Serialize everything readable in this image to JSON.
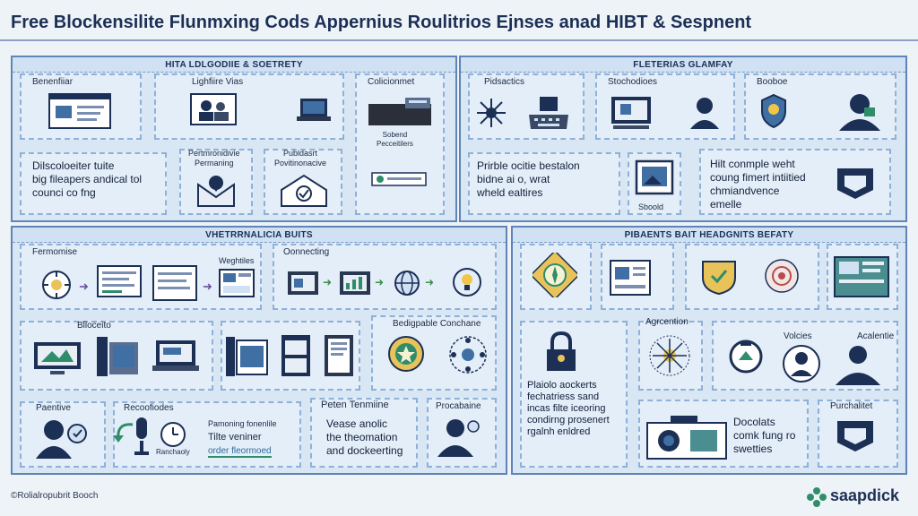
{
  "title": "Free Blockensilite Flunmxing Cods Appernius Roulitrios Ejnses anad HIBT & Sespnent",
  "sections": {
    "top_left": "HITA LDLGODIIE & SOETRETY",
    "top_right": "FLETERIAS GLAMFAY",
    "bottom_left": "VHETRRNALICIA BUITS",
    "bottom_right": "PIBAENTS BAIT HEADGNITS BEFATY"
  },
  "cards": {
    "beneficier": "Benenfiiar",
    "lightlyse": "Lighfiire Vias",
    "collection": "Colicionmet",
    "collection_sub": "Sobend\nPecceitilers",
    "big_text_a": "Dilscoloeiter tuite\nbig fileapers andical tol\ncounci co fng",
    "permanently": "Pertmronidivie\nPermaning",
    "puldasrt": "Publdasrt\nPovitinonacive",
    "pidsactics": "Pidsactics",
    "stochemes": "Stochodioes",
    "booboe": "Booboe",
    "big_text_b": "Prirble ocitie bestalon\nbidne ai o, wrat\nwheld ealtires",
    "sloot": "Sboold",
    "big_text_c": "Hilt conmple weht\ncoung fimert intiitied\nchmiandvence\nemelle",
    "fermomise": "Fermomise",
    "weghtiles": "Weghtiles",
    "oonnecting": "Oonnecting",
    "biloceito": "Blloceito",
    "bedgable": "Bedigpable Conchane",
    "paentive": "Paentive",
    "recofiodes": "Recoofiodes",
    "pamoning": "Pamoning fonenlile",
    "tilte": "Tilte veniner",
    "order": "order fleormoed",
    "ranchaoly": "Ranchaoly",
    "peten": "Peten Tenmiine",
    "vease": "Vease anolic\nthe theomation\nand dockeerting",
    "procabaine": "Procabaine",
    "agrcention": "Agrcention",
    "volcies": "Volcies",
    "acalentie": "Acalentie",
    "big_text_d": "Plaiolo aockerts\nfechatriess sand\nincas filte iceoring\ncondirng prosenert\nrgalnh enldred",
    "docolats": "Docolats\ncomk fung ro\nswetties",
    "purchalitet": "Purchalitet"
  },
  "footer": {
    "left": "©Rolialropubrit Booch",
    "right": "saapdick"
  },
  "colors": {
    "navy": "#1c2f55",
    "panel_border": "#5f84b8",
    "card_fill": "#e3eef8",
    "accent_green": "#2f8d6a",
    "accent_purple": "#6b4fa3"
  }
}
